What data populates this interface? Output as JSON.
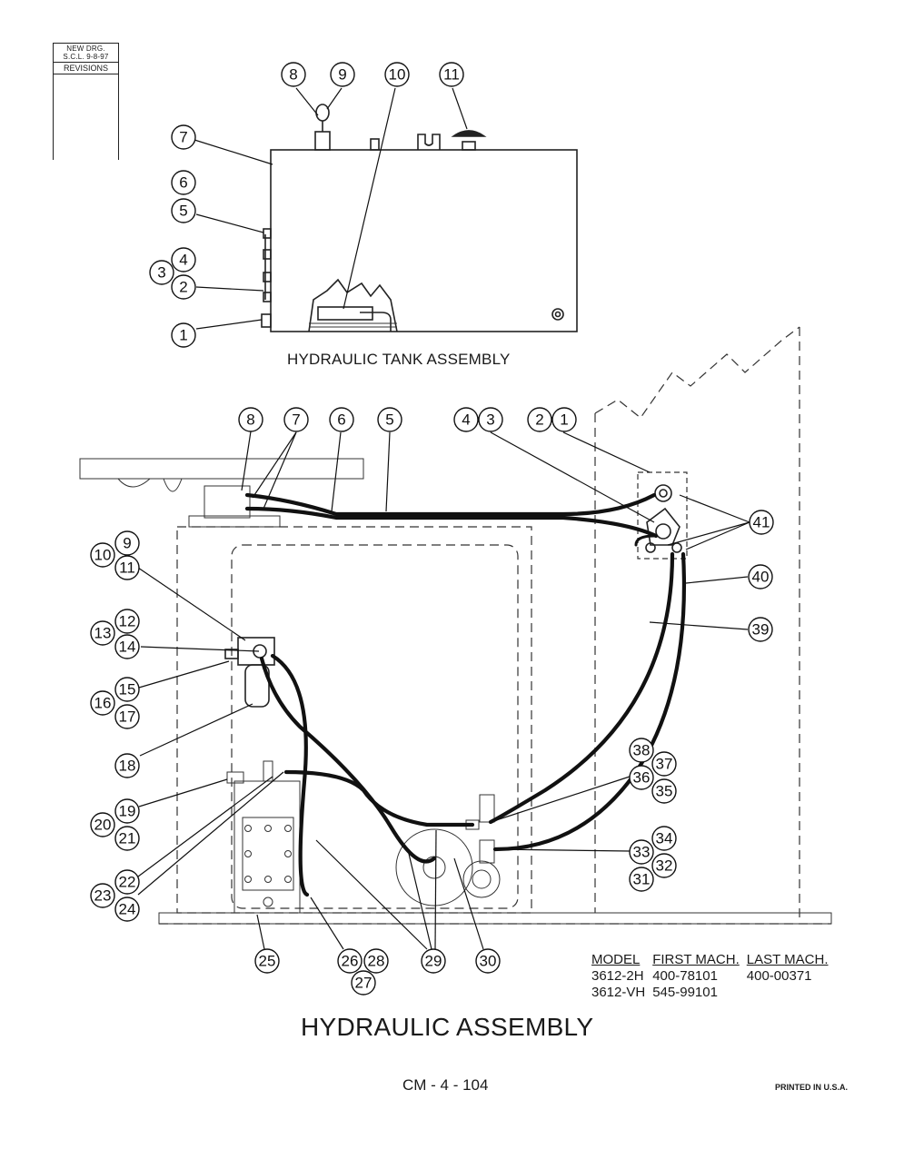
{
  "revision_block": {
    "lines": [
      "NEW DRG.",
      "S.C.L.  9-8-97"
    ],
    "header": "REVISIONS"
  },
  "tank_assembly": {
    "title": "HYDRAULIC TANK ASSEMBLY",
    "callouts": [
      "1",
      "2",
      "3",
      "4",
      "5",
      "6",
      "7",
      "8",
      "9",
      "10",
      "11"
    ]
  },
  "main_assembly": {
    "title": "HYDRAULIC ASSEMBLY",
    "callouts": [
      "1",
      "2",
      "3",
      "4",
      "5",
      "6",
      "7",
      "8",
      "9",
      "10",
      "11",
      "12",
      "13",
      "14",
      "15",
      "16",
      "17",
      "18",
      "19",
      "20",
      "21",
      "22",
      "23",
      "24",
      "25",
      "26",
      "27",
      "28",
      "29",
      "30",
      "31",
      "32",
      "33",
      "34",
      "35",
      "36",
      "37",
      "38",
      "39",
      "40",
      "41"
    ]
  },
  "model_table": {
    "headers": [
      "MODEL",
      "FIRST MACH.",
      "LAST MACH."
    ],
    "rows": [
      [
        "3612-2H",
        "400-78101",
        "400-00371"
      ],
      [
        "3612-VH",
        "545-99101",
        ""
      ]
    ]
  },
  "footer": {
    "doc_number": "CM - 4 - 104",
    "printed": "PRINTED IN U.S.A."
  }
}
